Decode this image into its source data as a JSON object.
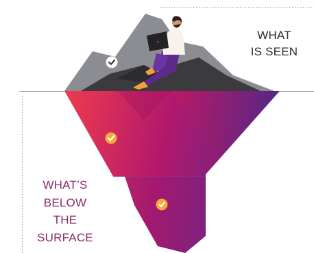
{
  "labels": {
    "above": [
      "WHAT",
      "IS SEEN"
    ],
    "below": [
      "WHAT’S",
      "BELOW",
      "THE",
      "SURFACE"
    ]
  },
  "colors": {
    "mountain_light": "#8c8c93",
    "mountain_dark": "#3b3b3d",
    "iceberg_start": "#ef3b4e",
    "iceberg_mid": "#b2186c",
    "iceberg_end": "#5a2a8c",
    "check_badge_top": "#ffffff",
    "check_badge_bottom": "#f4a93a",
    "waterline": "#8a8a8a",
    "dotted_line": "#8a8a8a",
    "below_label": "#8a2a6d"
  },
  "icons": [
    "check-icon",
    "check-icon",
    "check-icon"
  ]
}
